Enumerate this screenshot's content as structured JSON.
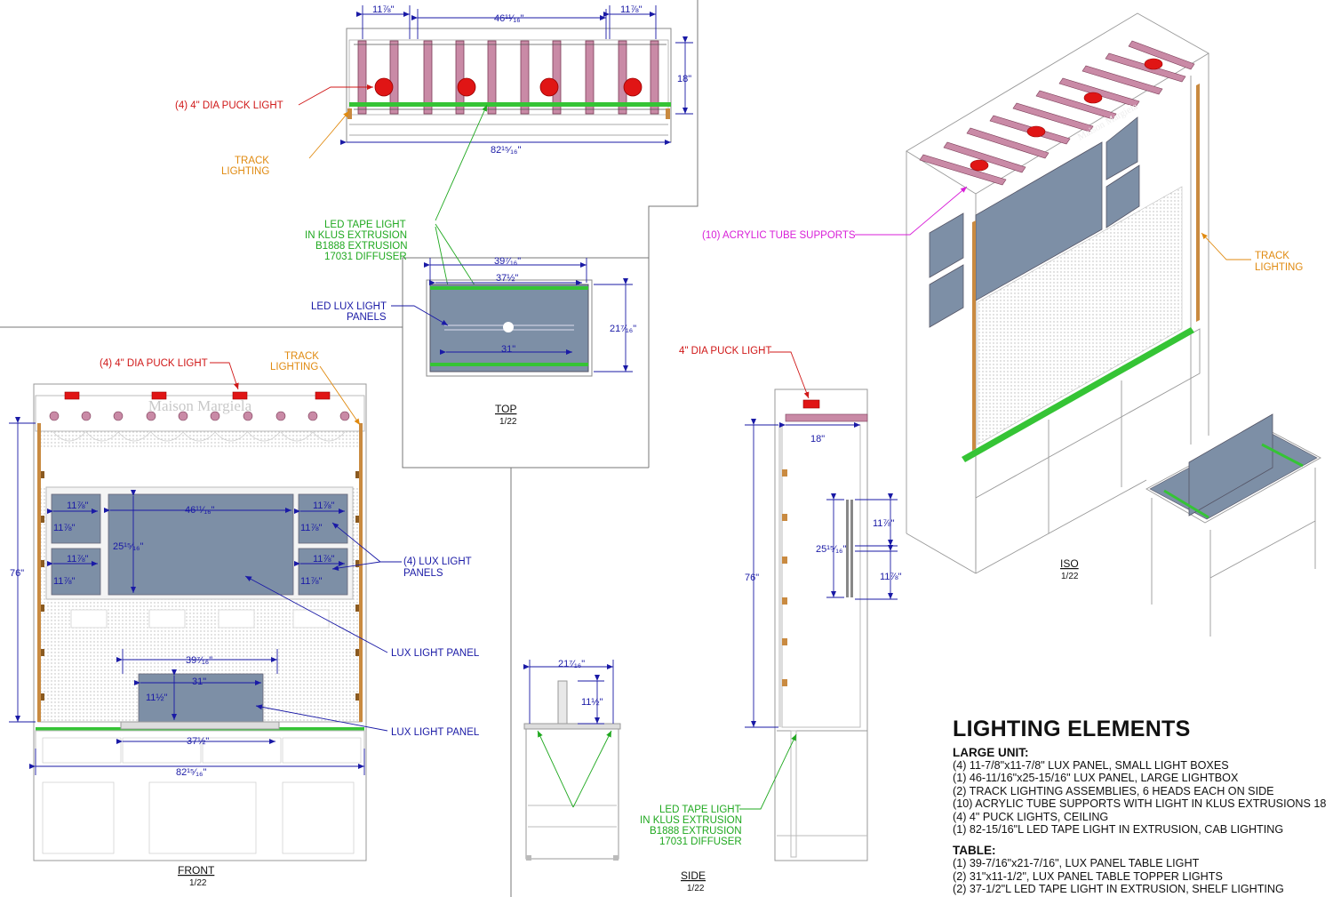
{
  "labels": {
    "puck_top": "(4) 4\" DIA PUCK LIGHT",
    "track_top_1": "TRACK",
    "track_top_2": "LIGHTING",
    "led_tape_1": "LED TAPE LIGHT",
    "led_tape_2": "IN KLUS EXTRUSION",
    "led_tape_3": "B1888 EXTRUSION",
    "led_tape_4": "17031 DIFFUSER",
    "lux_panels_1": "LED LUX LIGHT",
    "lux_panels_2": "PANELS",
    "puck_front": "(4) 4\" DIA PUCK LIGHT",
    "track_front_1": "TRACK",
    "track_front_2": "LIGHTING",
    "lux4_1": "(4) LUX LIGHT",
    "lux4_2": "PANELS",
    "lux_panel_a": "LUX LIGHT PANEL",
    "lux_panel_b": "LUX LIGHT PANEL",
    "puck_side": "4\" DIA PUCK LIGHT",
    "led_tape_side_1": "LED TAPE LIGHT",
    "led_tape_side_2": "IN KLUS EXTRUSION",
    "led_tape_side_3": "B1888 EXTRUSION",
    "led_tape_side_4": "17031 DIFFUSER",
    "acrylic": "(10) ACRYLIC TUBE SUPPORTS",
    "track_iso_1": "TRACK",
    "track_iso_2": "LIGHTING",
    "brand": "Maison Margiela"
  },
  "dims": {
    "top_11a": "11⅞\"",
    "top_46": "46¹¹⁄₁₆\"",
    "top_11b": "11⅞\"",
    "top_18": "18\"",
    "top_82": "82¹⁵⁄₁₆\"",
    "tbl_39": "39⁷⁄₁₆\"",
    "tbl_37": "37½\"",
    "tbl_21": "21⁷⁄₁₆\"",
    "tbl_31": "31\"",
    "fr_76": "76\"",
    "fr_11a": "11⅞\"",
    "fr_11b": "11⅞\"",
    "fr_11c": "11⅞\"",
    "fr_11d": "11⅞\"",
    "fr_46": "46¹¹⁄₁₆\"",
    "fr_25": "25¹⁵⁄₁₆\"",
    "fr_11e": "11⅞\"",
    "fr_11f": "11⅞\"",
    "fr_11g": "11⅞\"",
    "fr_11h": "11⅞\"",
    "fr_39": "39⁷⁄₁₆\"",
    "fr_31": "31\"",
    "fr_11h2": "11½\"",
    "fr_37": "37½\"",
    "fr_82": "82¹⁵⁄₁₆\"",
    "sd_21": "21⁷⁄₁₆\"",
    "sd_11": "11½\"",
    "sd_18": "18\"",
    "sd_76": "76\"",
    "sd_25": "25¹⁵⁄₁₆\"",
    "sd_11a": "11⅞\"",
    "sd_11b": "11⅞\""
  },
  "views": {
    "top": "TOP",
    "top_scale": "1/22",
    "front": "FRONT",
    "front_scale": "1/22",
    "side": "SIDE",
    "side_scale": "1/22",
    "iso": "ISO",
    "iso_scale": "1/22"
  },
  "notes": {
    "heading": "LIGHTING ELEMENTS",
    "large_title": "LARGE UNIT:",
    "large_items": [
      "(4) 11-7/8\"x11-7/8\" LUX PANEL, SMALL LIGHT BOXES",
      "(1) 46-11/16\"x25-15/16\" LUX PANEL, LARGE LIGHTBOX",
      "(2) TRACK LIGHTING ASSEMBLIES, 6 HEADS EACH ON SIDE",
      "(10) ACRYLIC TUBE SUPPORTS WITH LIGHT IN KLUS EXTRUSIONS 18",
      "(4) 4\" PUCK LIGHTS, CEILING",
      "(1) 82-15/16\"L LED TAPE LIGHT IN EXTRUSION, CAB LIGHTING"
    ],
    "table_title": "TABLE:",
    "table_items": [
      "(1) 39-7/16\"x21-7/16\", LUX PANEL TABLE LIGHT",
      "(2) 31\"x11-1/2\", LUX PANEL TABLE TOPPER LIGHTS",
      "(2) 37-1/2\"L LED TAPE LIGHT IN EXTRUSION, SHELF LIGHTING"
    ]
  },
  "colors": {
    "dim_blue": "#1a1aa6",
    "puck_red": "#d01818",
    "track_orange": "#e08a10",
    "led_green": "#1fa81f",
    "acrylic_magenta": "#d81fd8",
    "panel_fill": "#7d8fa6",
    "tube_fill": "#c98aa6"
  }
}
